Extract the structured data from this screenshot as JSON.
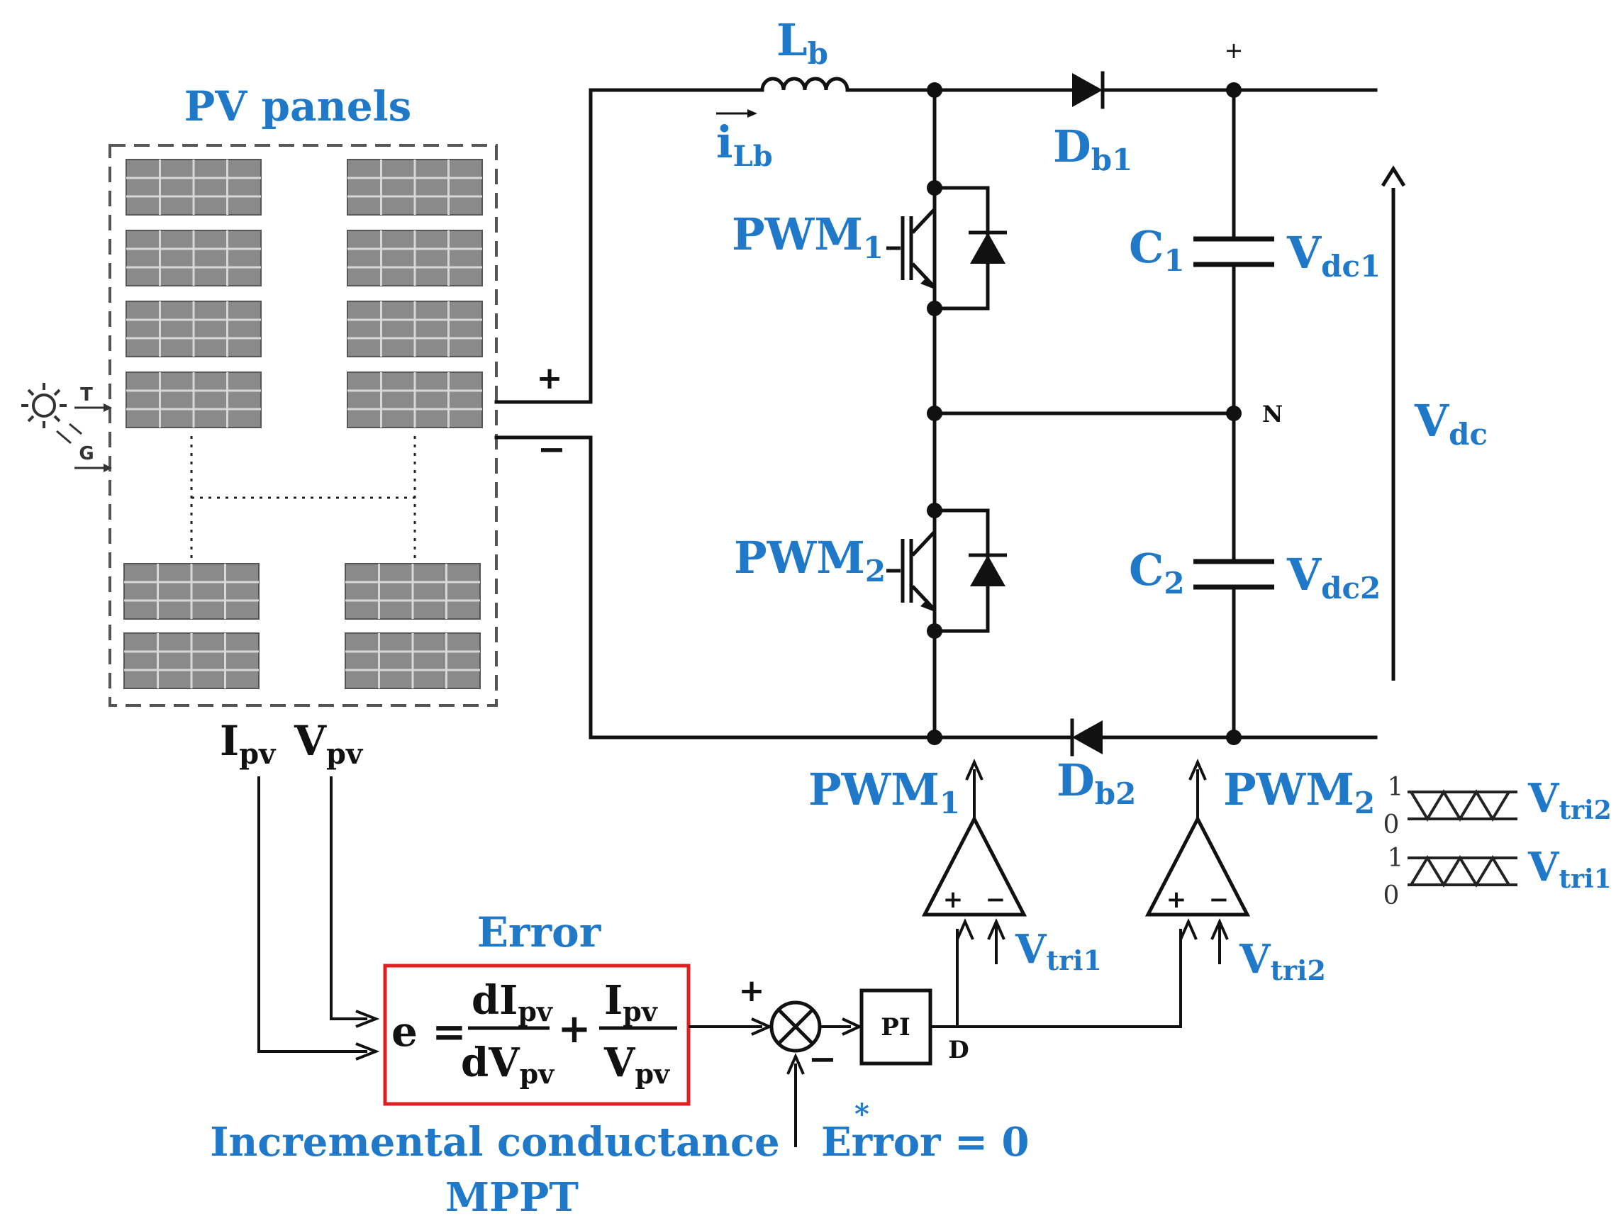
{
  "labels": {
    "pv_panels": "PV panels",
    "temperature": "T",
    "irradiance": "G",
    "plus_terminal": "+",
    "minus_terminal": "−",
    "inductor": {
      "main": "L",
      "sub": "b"
    },
    "inductor_current": {
      "main": "i",
      "sub": "Lb"
    },
    "diode_top": {
      "main": "D",
      "sub": "b1"
    },
    "diode_bottom": {
      "main": "D",
      "sub": "b2"
    },
    "cap1": {
      "main": "C",
      "sub": "1"
    },
    "cap2": {
      "main": "C",
      "sub": "2"
    },
    "vdc1": {
      "main": "V",
      "sub": "dc1"
    },
    "vdc2": {
      "main": "V",
      "sub": "dc2"
    },
    "vdc": {
      "main": "V",
      "sub": "dc"
    },
    "top_plus": "+",
    "neutral": "N",
    "pwm1_switch": {
      "main": "PWM",
      "sub": "1"
    },
    "pwm2_switch": {
      "main": "PWM",
      "sub": "2"
    },
    "pwm1_out": {
      "main": "PWM",
      "sub": "1"
    },
    "pwm2_out": {
      "main": "PWM",
      "sub": "2"
    },
    "ipv": {
      "main": "I",
      "sub": "pv"
    },
    "vpv": {
      "main": "V",
      "sub": "pv"
    },
    "error_title": "Error",
    "eq_e": "e =",
    "eq_num1": {
      "main": "dI",
      "sub": "pv"
    },
    "eq_den1": {
      "main": "dV",
      "sub": "pv"
    },
    "eq_plus": "+",
    "eq_num2": {
      "main": "I",
      "sub": "pv"
    },
    "eq_den2": {
      "main": "V",
      "sub": "pv"
    },
    "mppt_line1": "Incremental conductance",
    "mppt_line2": "MPPT",
    "sum_plus": "+",
    "sum_minus": "−",
    "error_ref": "Error = 0",
    "error_ref_star": "*",
    "pi": "PI",
    "duty": "D",
    "comp_plus": "+",
    "comp_minus": "−",
    "vtri1_comp": {
      "main": "V",
      "sub": "tri1"
    },
    "vtri2_comp": {
      "main": "V",
      "sub": "tri2"
    },
    "vtri2_legend": {
      "main": "V",
      "sub": "tri2"
    },
    "vtri1_legend": {
      "main": "V",
      "sub": "tri1"
    },
    "tri_one": "1",
    "tri_zero": "0"
  },
  "colors": {
    "label_blue": "#1f78c8",
    "wire_black": "#111111",
    "mppt_box_red": "#e02020",
    "panel_gray": "#8a8a8a"
  }
}
